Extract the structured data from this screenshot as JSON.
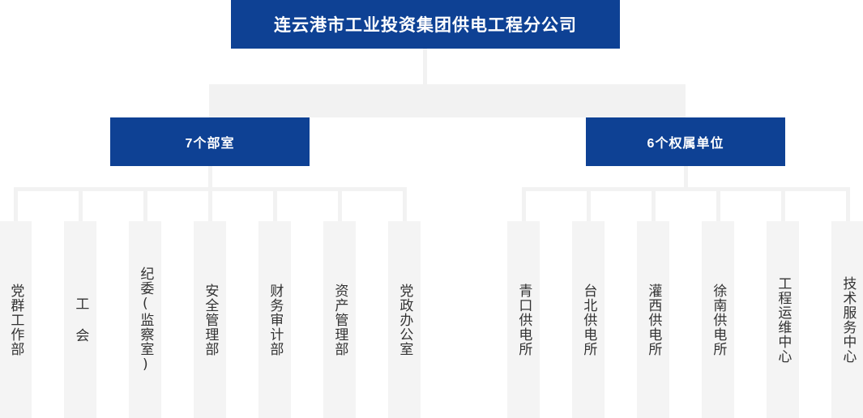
{
  "chart_meta": {
    "type": "org-chart",
    "accent_color": "#0e4194",
    "connector_color": "#f2f2f2",
    "leaf_background": "#f4f4f4",
    "leaf_text_color": "#333333",
    "orientation": "top-down",
    "leaf_text_direction": "vertical"
  },
  "root": {
    "label": "连云港市工业投资集团供电工程分公司"
  },
  "branches": [
    {
      "id": "departments",
      "label": "7个部室",
      "count": 7,
      "children": [
        {
          "label": "党群工作部"
        },
        {
          "label": "工  会"
        },
        {
          "label": "纪委(监察室)"
        },
        {
          "label": "安全管理部"
        },
        {
          "label": "财务审计部"
        },
        {
          "label": "资产管理部"
        },
        {
          "label": "党政办公室"
        }
      ]
    },
    {
      "id": "affiliated-units",
      "label": "6个权属单位",
      "count": 6,
      "children": [
        {
          "label": "青口供电所"
        },
        {
          "label": "台北供电所"
        },
        {
          "label": "灌西供电所"
        },
        {
          "label": "徐南供电所"
        },
        {
          "label": "工程运维中心"
        },
        {
          "label": "技术服务中心"
        }
      ]
    }
  ]
}
